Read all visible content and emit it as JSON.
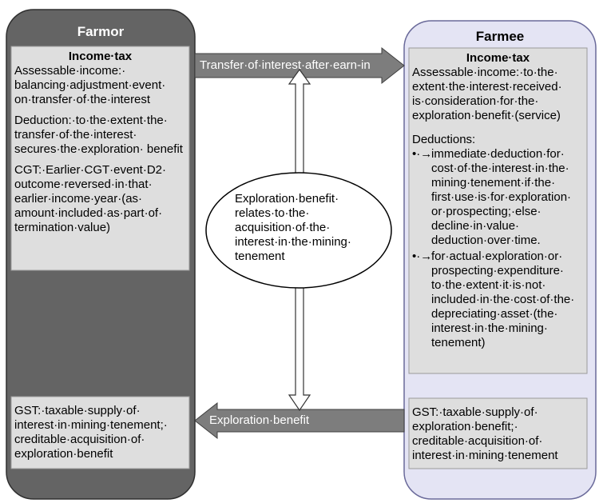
{
  "farmor": {
    "title": "Farmor",
    "income_tax": {
      "heading": "Income·tax",
      "assessable": "Assessable·income:· balancing·adjustment·event· on·transfer·of·the·interest",
      "deduction": "Deduction:·to·the·extent·the· transfer·of·the·interest· secures·the·exploration· benefit",
      "cgt": "CGT:·Earlier·CGT·event·D2· outcome·reversed·in·that· earlier·income·year·(as· amount·included·as·part·of· termination·value)"
    },
    "gst": "GST:·taxable·supply·of· interest·in·mining·tenement;· creditable·acquisition·of· exploration·benefit"
  },
  "farmee": {
    "title": "Farmee",
    "income_tax": {
      "heading": "Income·tax",
      "assessable": "Assessable·income:·to·the· extent·the·interest·received· is·consideration·for·the· exploration·benefit·(service)",
      "deductions_heading": "Deductions:",
      "bullet_marker": "•·→",
      "deductions": [
        "immediate·deduction·for· cost·of·the·interest·in·the· mining·tenement·if·the· first·use·is·for·exploration· or·prospecting;·else· decline·in·value· deduction·over·time.",
        "for·actual·exploration·or· prospecting·expenditure· to·the·extent·it·is·not· included·in·the·cost·of·the· depreciating·asset·(the· interest·in·the·mining· tenement)"
      ]
    },
    "gst": "GST:·taxable·supply·of· exploration·benefit;· creditable·acquisition·of· interest·in·mining·tenement"
  },
  "arrows": {
    "top_label": "Transfer·of·interest·after·earn-in",
    "bottom_label": "Exploration·benefit"
  },
  "center": {
    "ellipse_text": "Exploration·benefit· relates·to·the· acquisition·of·the· interest·in·the·mining· tenement"
  },
  "colors": {
    "farmor_panel": "#646464",
    "farmee_panel": "#e4e4f4",
    "farmee_border": "#6a6a9a",
    "text_box": "#dedede",
    "arrow_fill": "#7d7d7d"
  }
}
